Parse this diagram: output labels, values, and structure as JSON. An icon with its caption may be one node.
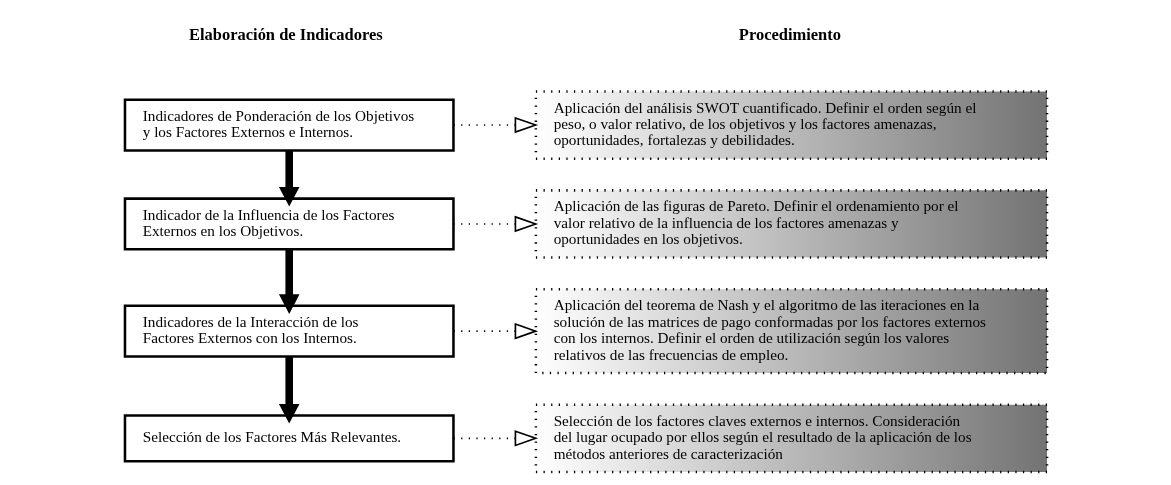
{
  "diagram": {
    "nodes": [
      {
        "text": [
          "Indicadores de Ponderación de los Objetivos y los Factores Externos e Internos."
        ]
      },
      {
        "text": [
          "Indicador de la Influencia de los Factores Externos en los Objetivos."
        ]
      },
      {
        "text": [
          "Indicadores de la Interacción de los Factores Externos con los Internos."
        ]
      },
      {
        "text": [
          "Selección de los Factores Más Relevantes."
        ]
      },
      {
        "text": [
          "Aplicación del análisis SWOT cuantificado. Definir el orden según el peso, o valor relativo, de los objetivos y los factores amenazas, oportunidades, fortalezas y debilidades."
        ]
      },
      {
        "text": [
          "Aplicación de las figuras de Pareto. Definir el ordenamiento por el valor relativo de la influencia de los factores amenazas y oportunidades en los objetivos."
        ]
      },
      {
        "text": [
          "Aplicación del teorema de Nash y el algoritmo de las iteraciones en la solución de las matrices de pago conformadas por los factores externos con los internos. Definir el orden de utilización según los valores relativos de las frecuencias de empleo."
        ]
      },
      {
        "text": [
          "Selección de los factores claves externos e internos. Consideración del lugar ocupado por ellos según el resultado de la aplicación de los métodos anteriores de caracterización"
        ]
      }
    ],
    "edges": [
      {
        "from": 0,
        "to": 1,
        "arrow": "to",
        "style": "thick"
      },
      {
        "from": 1,
        "to": 2,
        "arrow": "to",
        "style": "thick"
      },
      {
        "from": 2,
        "to": 3,
        "arrow": "to",
        "style": "thick"
      },
      {
        "from": 0,
        "to": 4,
        "arrow": "to",
        "style": "dashed"
      },
      {
        "from": 1,
        "to": 5,
        "arrow": "to",
        "style": "dashed"
      },
      {
        "from": 2,
        "to": 6,
        "arrow": "to",
        "style": "dashed"
      },
      {
        "from": 3,
        "to": 7,
        "arrow": "to",
        "style": "dashed"
      }
    ],
    "labels": [
      "Elaboración de Indicadores",
      "Procedimiento"
    ]
  }
}
